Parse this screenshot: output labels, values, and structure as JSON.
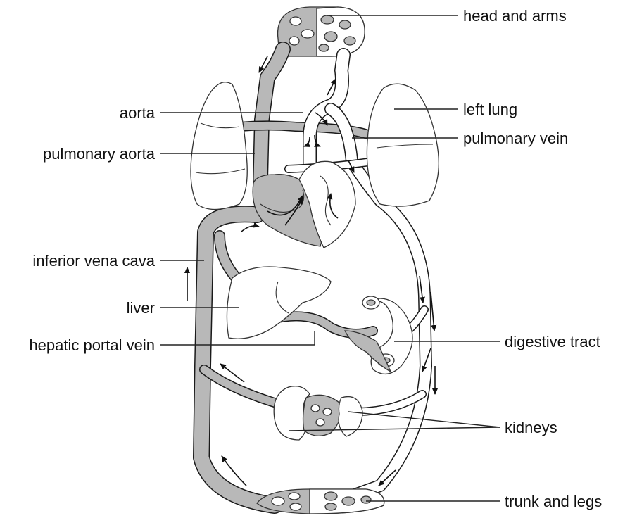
{
  "diagram": {
    "labels": {
      "head_and_arms": "head and arms",
      "aorta": "aorta",
      "left_lung": "left lung",
      "pulmonary_aorta": "pulmonary aorta",
      "pulmonary_vein": "pulmonary vein",
      "inferior_vena_cava": "inferior vena cava",
      "liver": "liver",
      "hepatic_portal_vein": "hepatic portal vein",
      "digestive_tract": "digestive tract",
      "kidneys": "kidneys",
      "trunk_and_legs": "trunk and legs"
    },
    "colors": {
      "deoxygenated_vessel": "#b8b8b8",
      "oxygenated_vessel": "#ffffff",
      "outline": "#333333"
    }
  }
}
